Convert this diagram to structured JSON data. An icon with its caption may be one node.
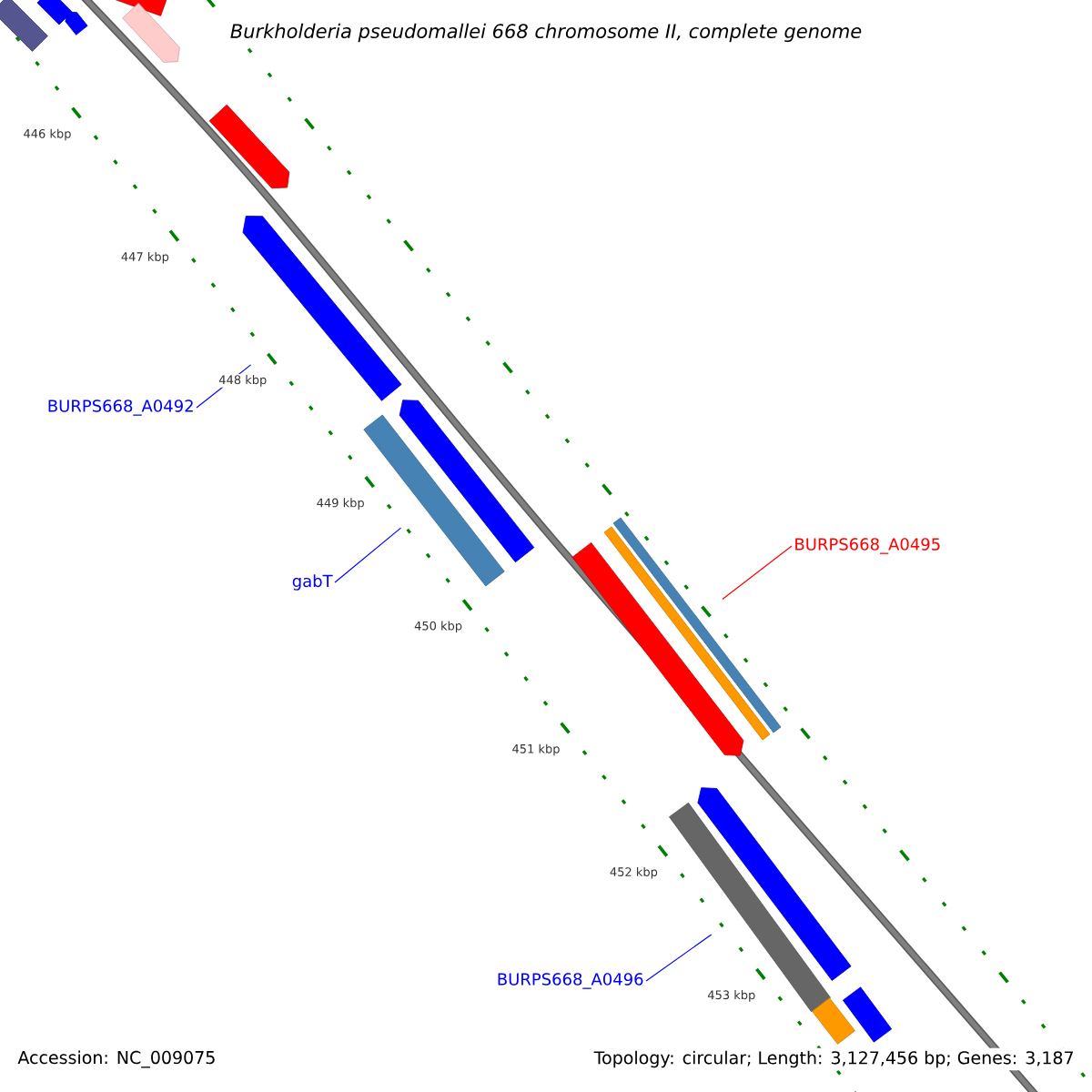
{
  "diagram": {
    "title": "Burkholderia pseudomallei 668 chromosome II, complete genome",
    "nodes": [
      {
        "text": [],
        "shape": "bar"
      },
      {
        "text": [],
        "shape": "bar"
      },
      {
        "text": [],
        "shape": "arrow"
      },
      {
        "text": [],
        "shape": "bar"
      },
      {
        "text": [],
        "shape": "arrow"
      },
      {
        "text": [],
        "shape": "arrow"
      },
      {
        "text": [
          "BURPS668_A0492"
        ]
      },
      {
        "text": [],
        "shape": "arrow"
      },
      {
        "text": [],
        "shape": "arrow"
      },
      {
        "text": [],
        "shape": "bar"
      },
      {
        "text": [
          "gabT"
        ]
      },
      {
        "text": [],
        "shape": "arrow"
      },
      {
        "text": [],
        "shape": "bar"
      },
      {
        "text": [],
        "shape": "bar"
      },
      {
        "text": [
          "BURPS668_A0495"
        ]
      },
      {
        "text": [],
        "shape": "arrow"
      },
      {
        "text": [],
        "shape": "bar"
      },
      {
        "text": [
          "BURPS668_A0496"
        ]
      },
      {
        "text": [],
        "shape": "bar"
      },
      {
        "text": [],
        "shape": "bar"
      }
    ],
    "edges": [
      {
        "from": 6,
        "to": 7,
        "arrow": "none"
      },
      {
        "from": 10,
        "to": 9,
        "arrow": "none"
      },
      {
        "from": 14,
        "to": 11,
        "arrow": "none",
        "color": "#ff0000"
      },
      {
        "from": 17,
        "to": 16,
        "arrow": "none"
      }
    ],
    "labels": [
      "446 kbp",
      "447 kbp",
      "448 kbp",
      "449 kbp",
      "450 kbp",
      "451 kbp",
      "452 kbp",
      "453 kbp",
      "Accession: NC_009075",
      "Topology: circular; Length: 3,127,456 bp; Genes: 3,187"
    ]
  }
}
